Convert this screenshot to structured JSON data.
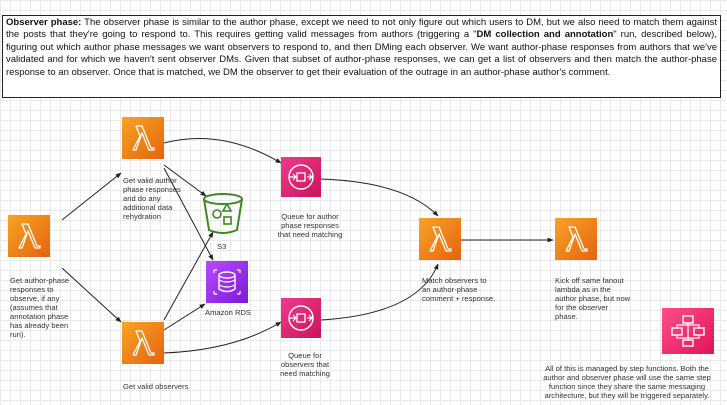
{
  "description": {
    "title": "Observer phase:",
    "part1": " The observer phase is similar to the author phase, except we need to not only figure out which users to DM, but we also need to match them against the posts that they're going to respond to. This requires getting valid messages from authors (triggering a \"",
    "bold": "DM collection and annotation",
    "part2": "\" run, described below), figuring out which author phase messages we want observers to respond to, and then DMing each observer. We want author-phase responses from authors that we've validated and for which we haven't sent observer DMs. Given that subset of author-phase responses, we can get a list of observers and then match the author-phase response to an observer. Once that is matched, we DM the observer to get their evaluation of the outrage in an author-phase author's comment."
  },
  "nodes": {
    "get_author_phase": {
      "label": "Get author-phase responses to observe, if any (assumes that annotation phase has already been run)."
    },
    "get_valid_author": {
      "label": "Get valid author phase responses and do any additional data rehydration"
    },
    "get_valid_observers": {
      "label": "Get valid observers"
    },
    "s3": {
      "label": "S3"
    },
    "rds": {
      "label": "Amazon RDS"
    },
    "queue_author": {
      "label": "Queue for author phase responses that need matching"
    },
    "queue_observers": {
      "label": "Queue for observers that need matching"
    },
    "match": {
      "label": "Match observers to an author-phase comment + response."
    },
    "kickoff": {
      "label": "Kick off same fanout lambda as in the author phase, but now for the observer phase."
    },
    "note": {
      "label": "All of this is managed by step functions. Both the author and observer phase will use the same step function since they share the same messaging architecture, but they will be triggered separately."
    }
  },
  "colors": {
    "lambda": "#ED7100",
    "sqs": "#E7157B",
    "rds": "#9A2CDB",
    "s3": "#3F8624",
    "step_functions": "#E7157B",
    "edge": "#222222"
  }
}
